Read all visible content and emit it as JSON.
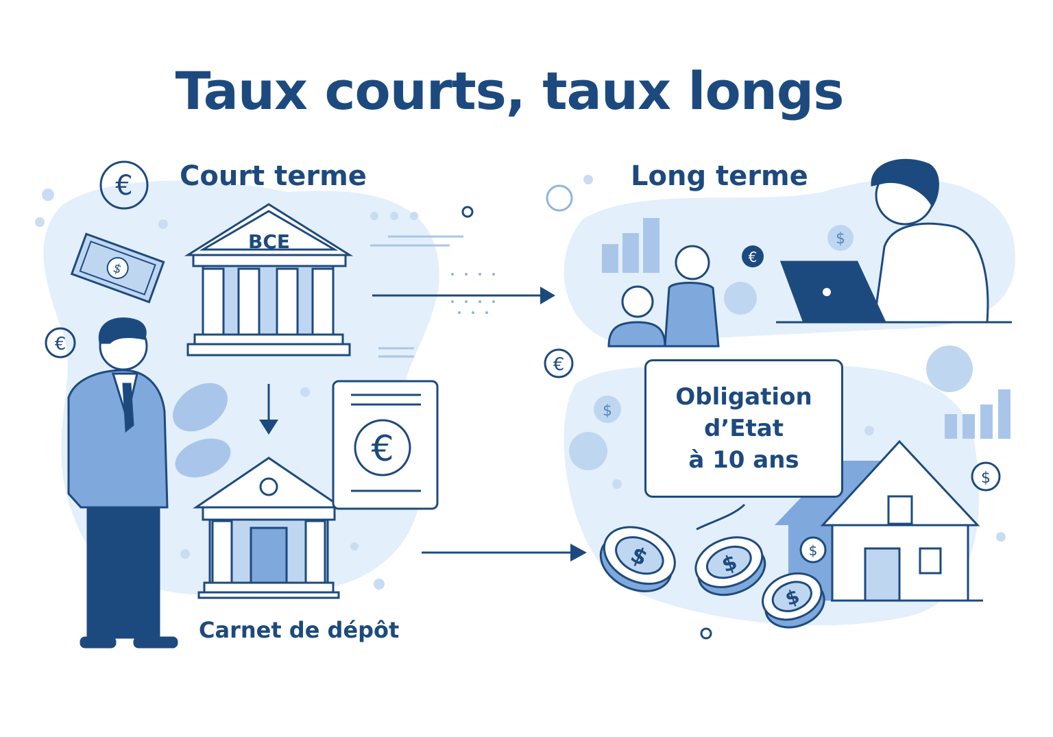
{
  "title": "Taux courts, taux longs",
  "left": {
    "heading": "Court terme",
    "central_bank_label": "BCE",
    "bank_caption": "Carnet de dépôt"
  },
  "right": {
    "heading": "Long terme",
    "bond_box": {
      "line1": "Obligation",
      "line2": "d’Etat",
      "line3": "à 10 ans"
    }
  },
  "colors": {
    "navy": "#1d4a7e",
    "blob": "#e3effa",
    "mid": "#8fb4e0",
    "light": "#bfd6f1"
  },
  "icons": [
    "euro-coin-icon",
    "dollar-banknote-icon",
    "dollar-coin-icon",
    "house-icon",
    "laptop-icon",
    "bar-chart-icon",
    "euro-document-icon"
  ]
}
